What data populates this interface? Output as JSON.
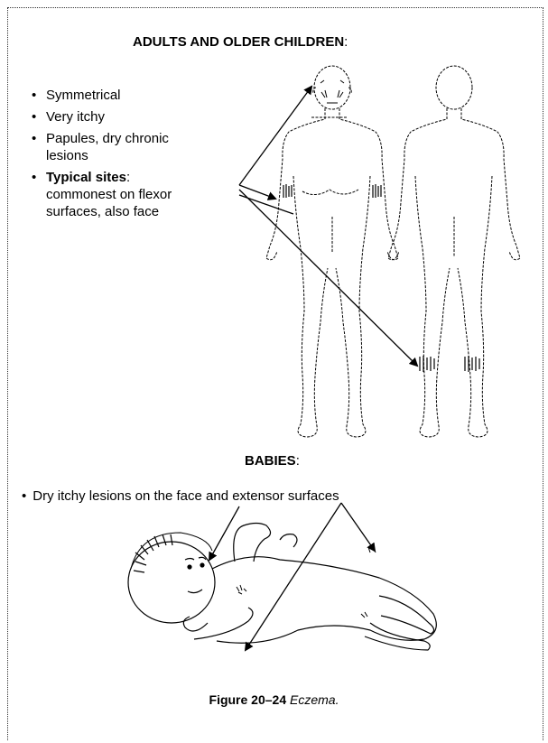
{
  "adults": {
    "heading": "ADULTS AND OLDER CHILDREN",
    "heading_colon": ":",
    "bullets": [
      "Symmetrical",
      "Very itchy",
      "Papules, dry chronic lesions"
    ],
    "typical_label": "Typical sites",
    "typical_colon": ":",
    "typical_text": "commonest on flexor surfaces, also face"
  },
  "babies": {
    "heading": "BABIES",
    "heading_colon": ":",
    "bullet": "•",
    "text": "Dry itchy lesions on the face and extensor surfaces"
  },
  "caption": {
    "figure": "Figure 20–24",
    "text": "Eczema."
  }
}
